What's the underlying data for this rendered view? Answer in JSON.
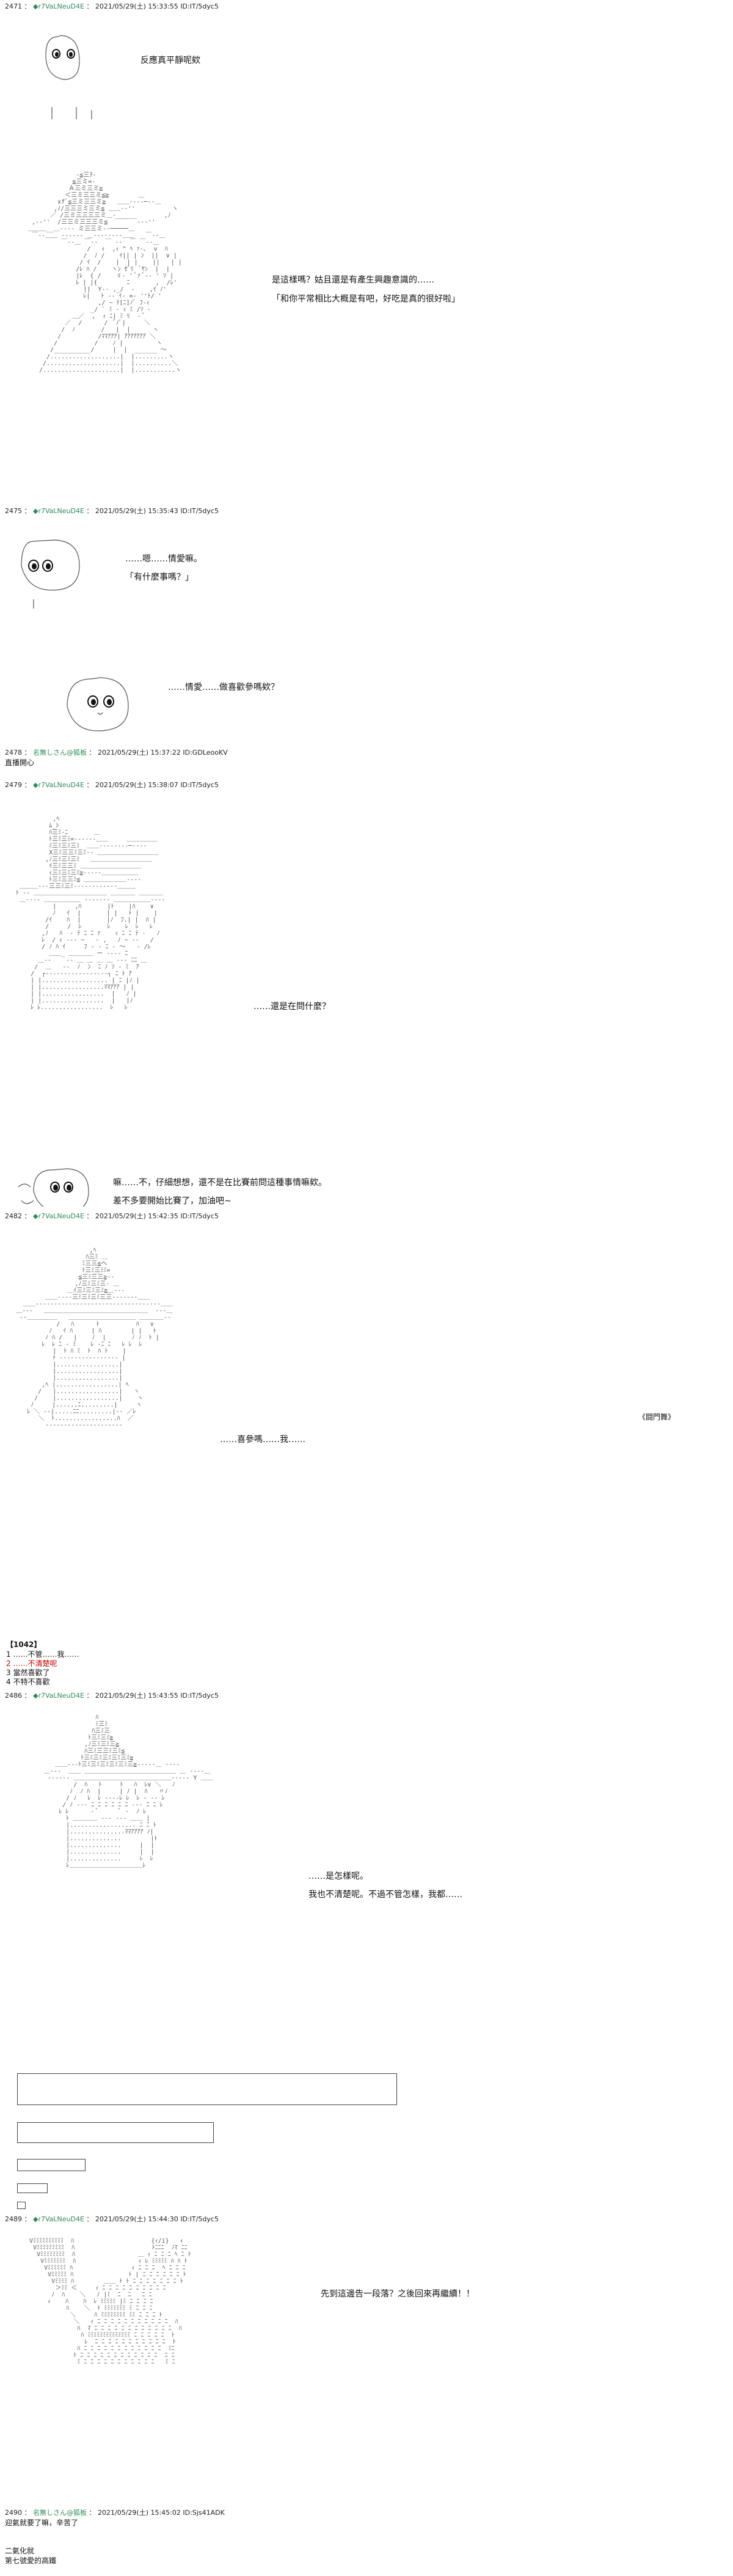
{
  "posts": [
    {
      "no": "2471",
      "name": "◆r7VaLNeuD4E",
      "date": "2021/05/29(土) 15:33:55",
      "id": "ID:IT/5dyc5",
      "lines": [
        "反應真平靜呢欸",
        "是這樣嗎？姑且還是有產生興趣意識的……",
        "「和你平常相比大概是有吧，好吃是真的很好啦」"
      ]
    },
    {
      "no": "2475",
      "name": "◆r7VaLNeuD4E",
      "date": "2021/05/29(土) 15:35:43",
      "id": "ID:IT/5dyc5",
      "lines": [
        "……嗯……情愛嘛。",
        "「有什麼事嗎？」",
        "……情愛……做喜歡參嗎欸？"
      ]
    },
    {
      "no": "2478",
      "name": "名無しさん@狐板",
      "date": "2021/05/29(土) 15:37:22",
      "id": "ID:GDLeooKV",
      "lines": [
        "直播開心"
      ]
    },
    {
      "no": "2479",
      "name": "◆r7VaLNeuD4E",
      "date": "2021/05/29(土) 15:38:07",
      "id": "ID:IT/5dyc5",
      "lines": [
        "……還是在問什麼？",
        "嘛……不，仔細想想，還不是在比賽前問這種事情嘛欸。",
        "差不多要開始比賽了，加油吧~"
      ]
    },
    {
      "no": "2482",
      "name": "◆r7VaLNeuD4E",
      "date": "2021/05/29(土) 15:42:35",
      "id": "ID:IT/5dyc5",
      "lines": [
        "……喜參嗎……我……",
        "《闘門舞》"
      ]
    },
    {
      "vote_title": "【1042】",
      "vote_items": [
        "1 ……不管……我……",
        "2 ……不清楚呢",
        "3 當然喜歡了",
        "4 不特不喜歡"
      ]
    },
    {
      "no": "2486",
      "name": "◆r7VaLNeuD4E",
      "date": "2021/05/29(土) 15:43:55",
      "id": "ID:IT/5dyc5",
      "lines": [
        "……是怎樣呢。",
        "我也不清楚呢。不過不管怎樣，我都……"
      ]
    },
    {
      "no": "2489",
      "name": "◆r7VaLNeuD4E",
      "date": "2021/05/29(土) 15:44:30",
      "id": "ID:IT/5dyc5",
      "lines": [
        "先到這邊告一段落？之後回來再繼續！！"
      ]
    },
    {
      "no": "2490",
      "name": "名無しさん@狐板",
      "date": "2021/05/29(土) 15:45:02",
      "id": "ID:Sjs41ADK",
      "lines": [
        "迎氣就要了嘛，辛苦了",
        "二氣化就",
        "第七號愛的高鐵"
      ]
    }
  ]
}
